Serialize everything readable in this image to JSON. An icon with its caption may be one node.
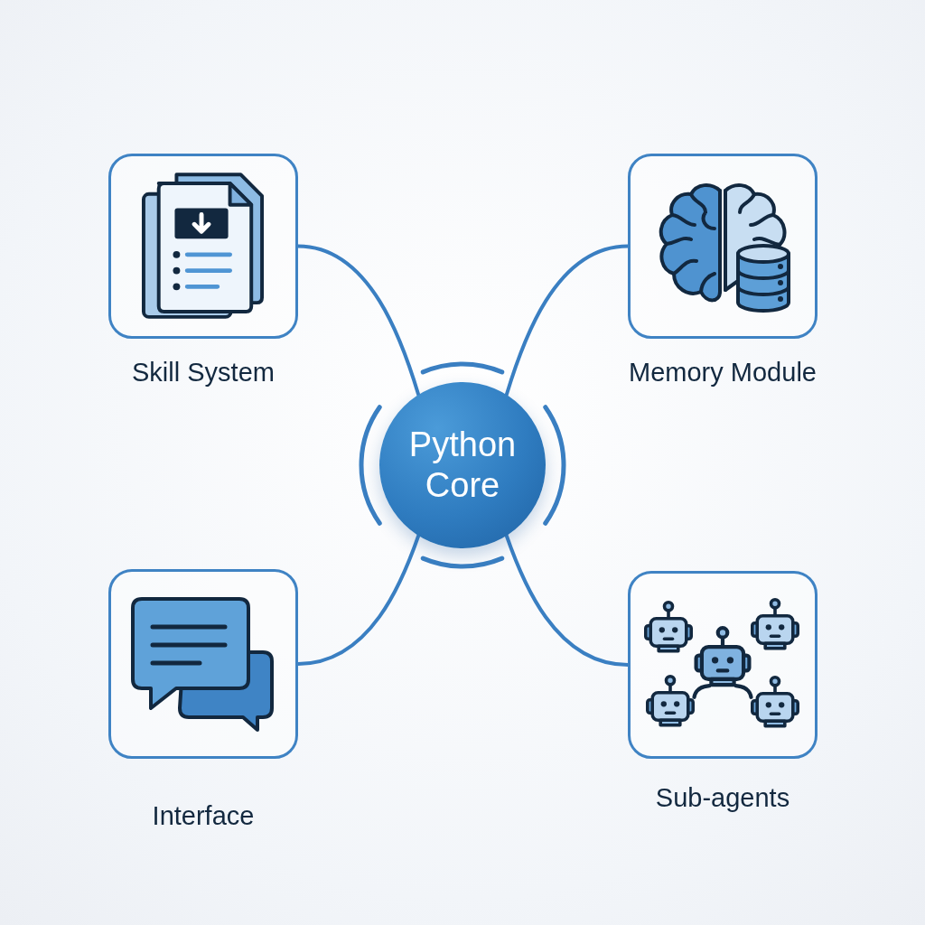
{
  "diagram": {
    "nodes": [
      {
        "text": [
          "Skill System"
        ]
      },
      {
        "text": [
          "Memory Module"
        ]
      },
      {
        "text": [
          "Python Core"
        ]
      },
      {
        "text": [
          "Interface"
        ]
      },
      {
        "text": [
          "Sub-agents"
        ]
      }
    ],
    "edges": [
      {
        "from": 2,
        "to": 0,
        "arrow": "none"
      },
      {
        "from": 2,
        "to": 1,
        "arrow": "none"
      },
      {
        "from": 2,
        "to": 3,
        "arrow": "none"
      },
      {
        "from": 2,
        "to": 4,
        "arrow": "none"
      }
    ]
  }
}
